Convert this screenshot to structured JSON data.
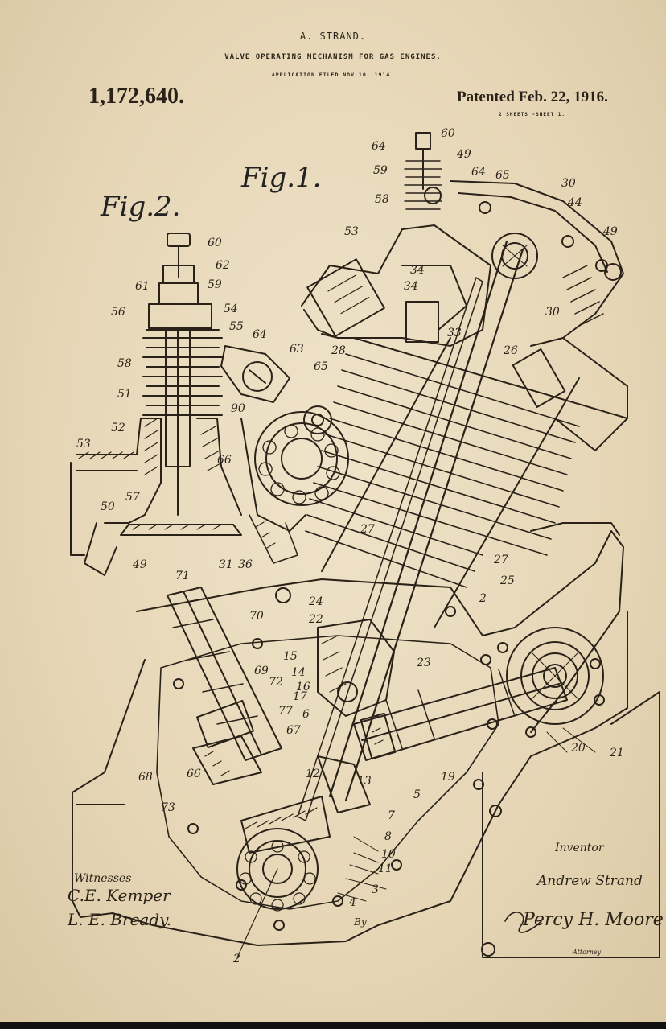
{
  "header": {
    "inventor": "A. STRAND.",
    "title": "VALVE OPERATING MECHANISM FOR GAS ENGINES.",
    "filed": "APPLICATION FILED NOV 10, 1914.",
    "patent_number": "1,172,640.",
    "patented": "Patented Feb. 22, 1916.",
    "sheets": "2 SHEETS -SHEET 1."
  },
  "figures": {
    "fig1": "Fig.1.",
    "fig2": "Fig.2."
  },
  "ref_numbers": {
    "fig1": [
      "60",
      "64",
      "59",
      "49",
      "58",
      "64",
      "65",
      "30",
      "44",
      "49",
      "53",
      "34",
      "34",
      "33",
      "26",
      "30",
      "28",
      "27",
      "27",
      "25",
      "2",
      "24",
      "22",
      "15",
      "14",
      "16",
      "17",
      "13",
      "6",
      "12",
      "19",
      "20",
      "21",
      "23",
      "5",
      "7",
      "8",
      "10",
      "11",
      "3",
      "4",
      "2",
      "70",
      "69",
      "72",
      "77",
      "67",
      "66",
      "68",
      "73",
      "71"
    ],
    "fig2": [
      "60",
      "62",
      "59",
      "61",
      "56",
      "54",
      "55",
      "64",
      "63",
      "65",
      "58",
      "51",
      "52",
      "53",
      "57",
      "50",
      "90",
      "66",
      "49",
      "31",
      "36"
    ]
  },
  "signatures": {
    "witnesses_label": "Witnesses",
    "witness1": "C.E. Kemper",
    "witness2": "L. E. Bready.",
    "inventor_label": "Inventor",
    "inventor_name": "Andrew Strand",
    "by": "By",
    "attorney": "Percy H. Moore",
    "attorney_label": "Attorney"
  },
  "colors": {
    "paper": "#e9dcc1",
    "ink": "#2a2218"
  }
}
